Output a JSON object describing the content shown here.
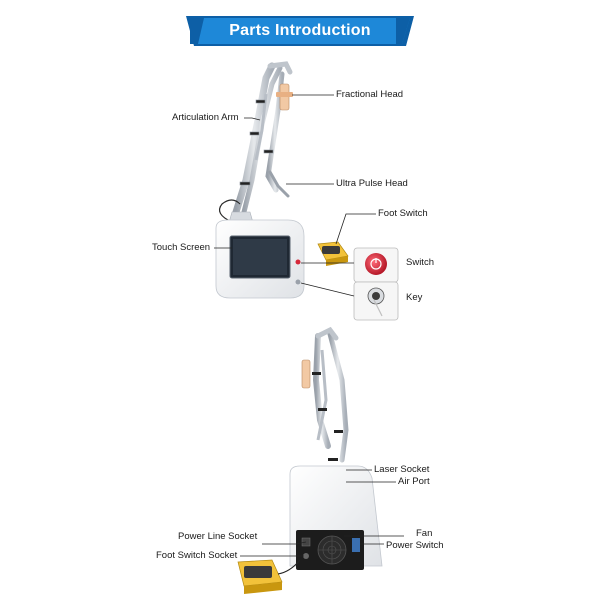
{
  "title": "Parts Introduction",
  "labels": {
    "fractional_head": "Fractional Head",
    "articulation_arm": "Articulation Arm",
    "ultra_pulse_head": "Ultra Pulse Head",
    "foot_switch": "Foot Switch",
    "touch_screen": "Touch Screen",
    "switch": "Switch",
    "key": "Key",
    "laser_socket": "Laser Socket",
    "air_port": "Air Port",
    "power_line_socket": "Power Line Socket",
    "fan": "Fan",
    "power_switch": "Power Switch",
    "foot_switch_socket": "Foot Switch Socket"
  },
  "colors": {
    "banner_blue": "#1e88d8",
    "banner_dark": "#0d5fa6",
    "device_white": "#f4f5f7",
    "screen_dark": "#2a3340",
    "pedal_gold": "#e2b027",
    "switch_red": "#d6283a",
    "arm_silver": "#c3c8cf"
  }
}
